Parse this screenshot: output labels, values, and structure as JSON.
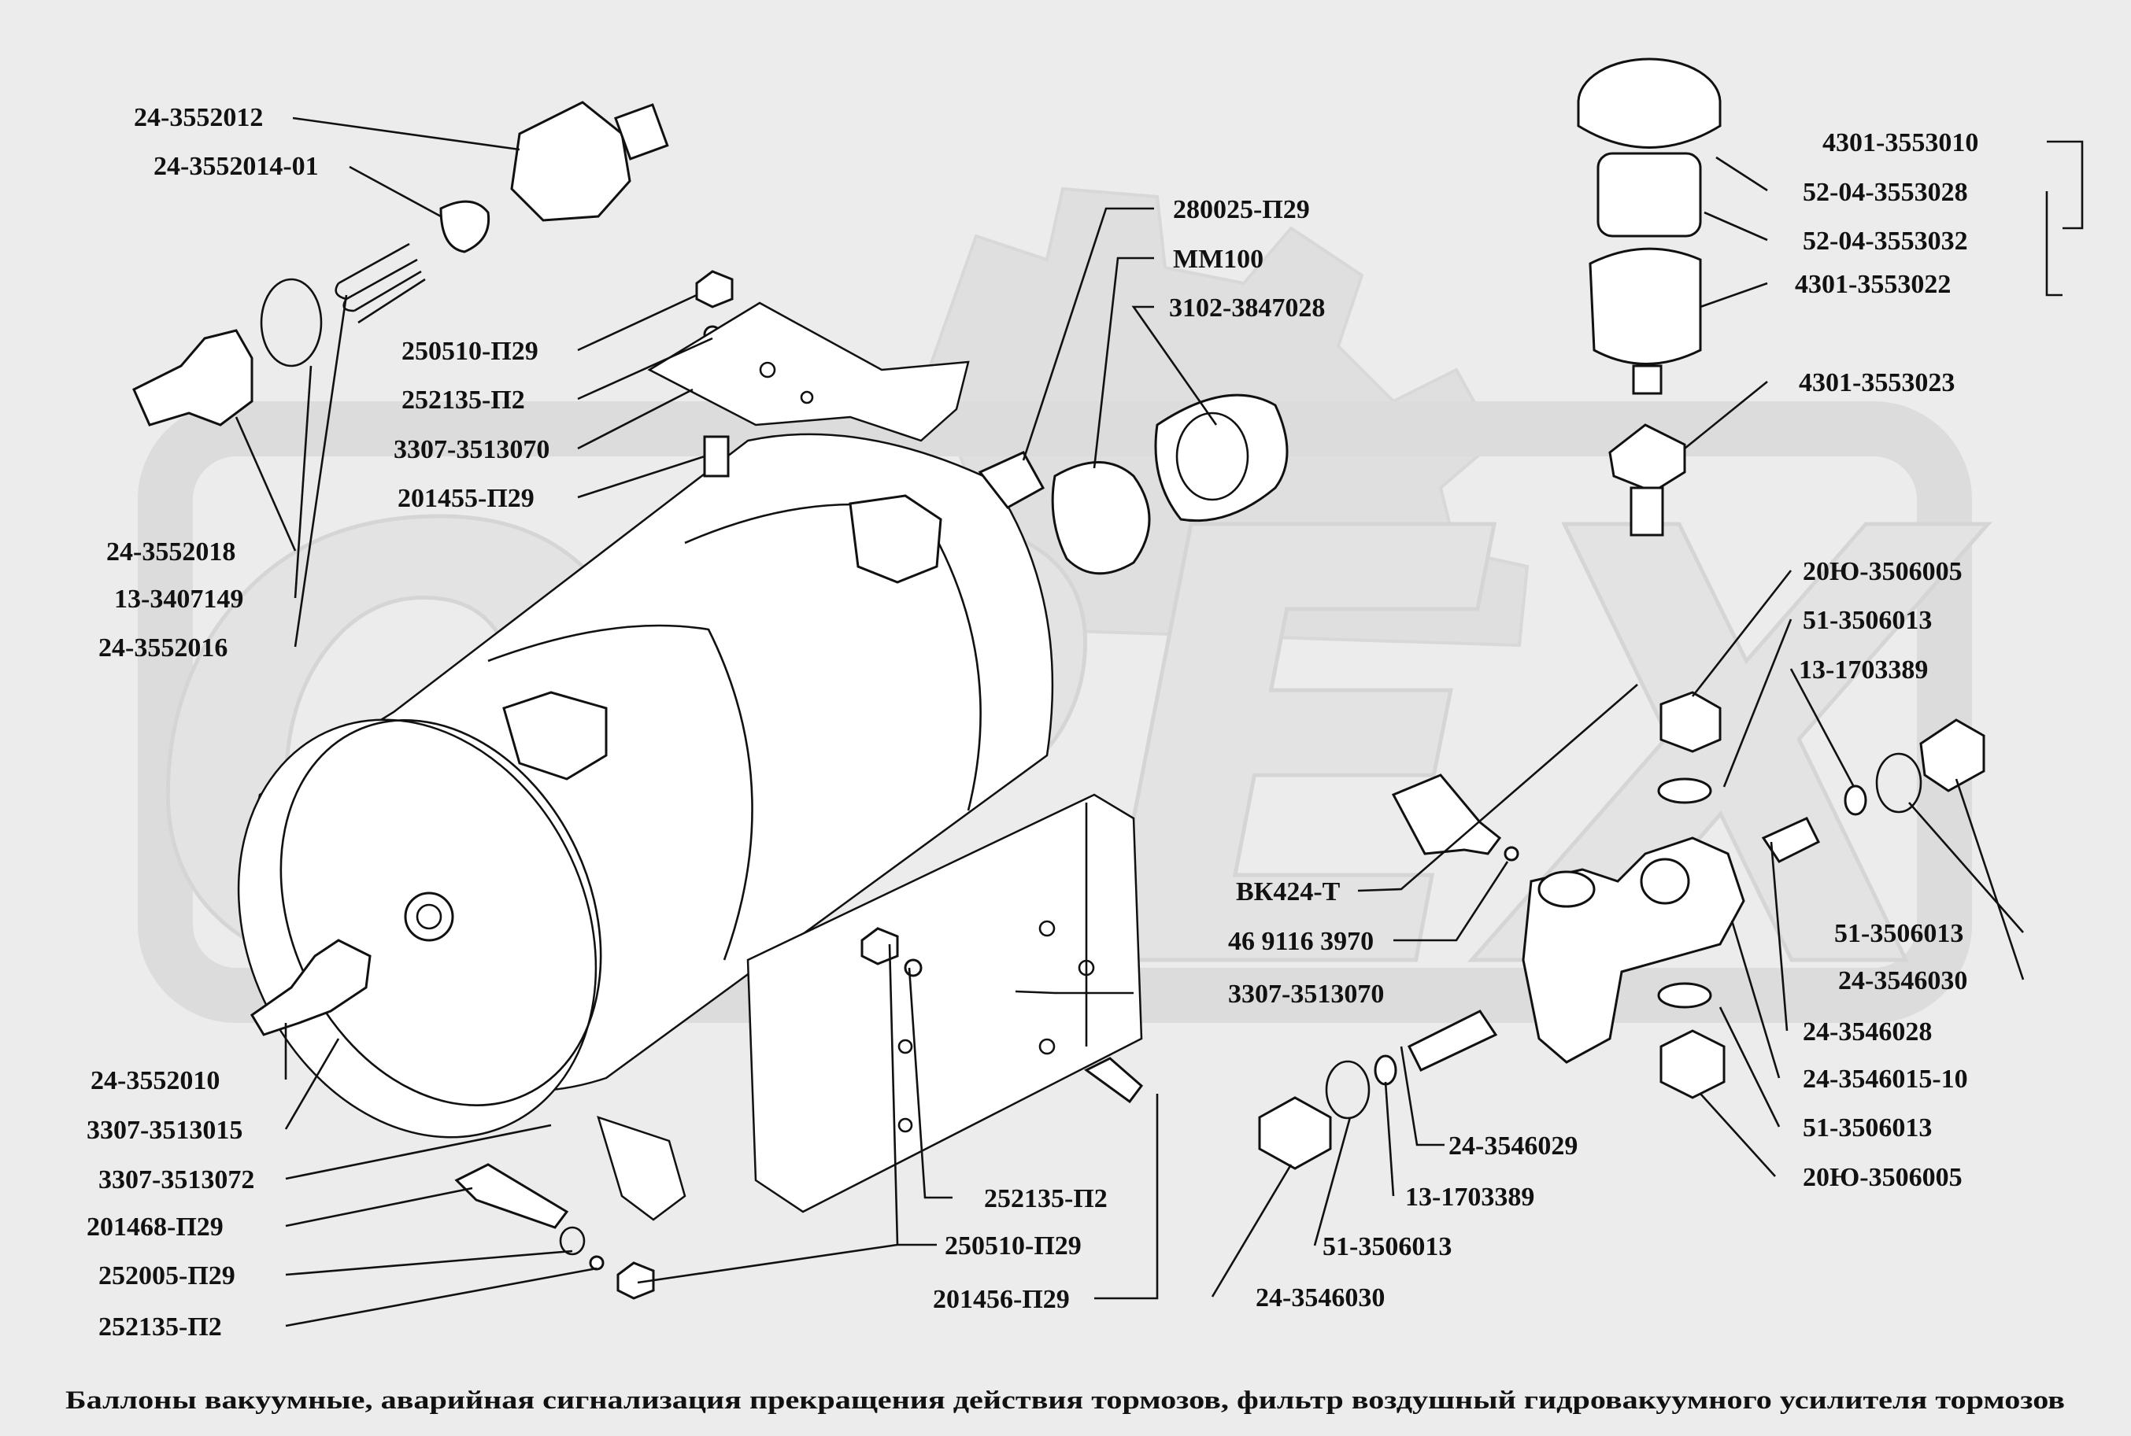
{
  "watermark": {
    "text": "OPEX"
  },
  "caption": "Баллоны вакуумные, аварийная сигнализация прекращения действия тормозов, фильтр воздушный гидровакуумного  усилителя тормозов",
  "labels": {
    "l01": "24-3552012",
    "l02": "24-3552014-01",
    "l03": "24-3552018",
    "l04": "13-3407149",
    "l05": "24-3552016",
    "l06": "250510-П29",
    "l07": "252135-П2",
    "l08": "3307-3513070",
    "l09": "201455-П29",
    "l10": "280025-П29",
    "l11": "ММ100",
    "l12": "3102-3847028",
    "l13": "4301-3553010",
    "l14": "52-04-3553028",
    "l15": "52-04-3553032",
    "l16": "4301-3553022",
    "l17": "4301-3553023",
    "l18": "20Ю-3506005",
    "l19": "51-3506013",
    "l20": "13-1703389",
    "l21": "ВК424-Т",
    "l22": "46 9116 3970",
    "l23": "3307-3513070",
    "l24": "51-3506013",
    "l25": "24-3546030",
    "l26": "24-3546028",
    "l27": "24-3546015-10",
    "l28": "51-3506013",
    "l29": "20Ю-3506005",
    "l30": "24-3546029",
    "l31": "13-1703389",
    "l32": "51-3506013",
    "l33": "24-3546030",
    "l34": "24-3552010",
    "l35": "3307-3513015",
    "l36": "3307-3513072",
    "l37": "201468-П29",
    "l38": "252005-П29",
    "l39": "252135-П2",
    "l40": "252135-П2",
    "l41": "250510-П29",
    "l42": "201456-П29"
  }
}
